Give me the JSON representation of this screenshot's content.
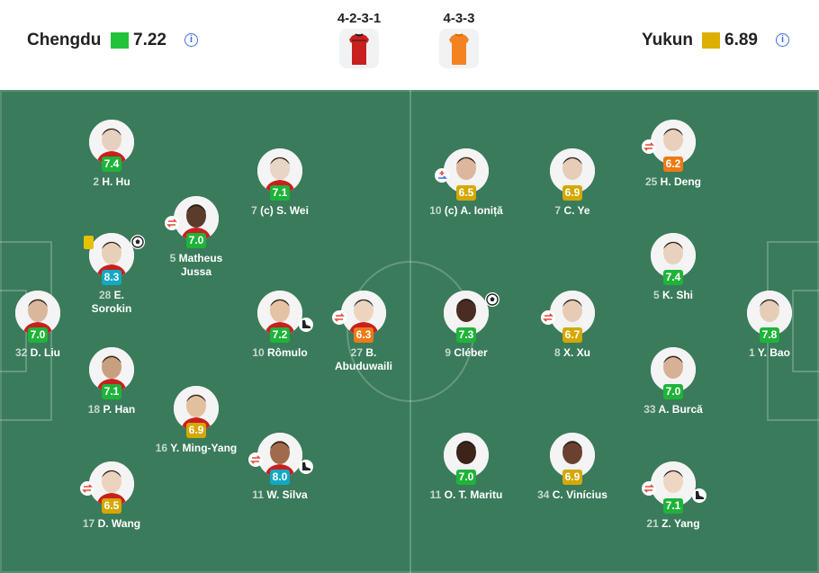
{
  "home": {
    "name": "Chengdu",
    "rating": "7.22",
    "color": "#22c33a",
    "formation": "4-2-3-1",
    "kit_color": "#c8201e"
  },
  "away": {
    "name": "Yukun",
    "rating": "6.89",
    "color": "#ddb000",
    "formation": "4-3-3",
    "kit_color": "#f58220"
  },
  "colors": {
    "green": "#1fb33a",
    "yellow": "#d4a800",
    "teal": "#13a8c4",
    "orange": "#ee7a17",
    "pitch": "#3a7b5b"
  },
  "players": [
    {
      "num": "2",
      "name": "H. Hu",
      "rating": "7.4",
      "rc": "green",
      "bg": "#e6d0c0",
      "team": "home"
    },
    {
      "num": "7",
      "name": "(c) S. Wei",
      "rating": "7.1",
      "rc": "green",
      "bg": "#e8d5c6",
      "team": "home"
    },
    {
      "num": "5",
      "name": "Matheus Jussa",
      "name_line2": "Jussa",
      "rating": "7.0",
      "rc": "green",
      "bg": "#5b3b2a",
      "team": "home",
      "badges": [
        "sub"
      ]
    },
    {
      "num": "28",
      "name": "E.",
      "name_line2": "Sorokin",
      "rating": "8.3",
      "rc": "teal",
      "bg": "#e8cfb8",
      "team": "home",
      "badges": [
        "ball"
      ],
      "card": "yellow"
    },
    {
      "num": "32",
      "name": "D. Liu",
      "rating": "7.0",
      "rc": "green",
      "bg": "#d9b79c",
      "team": "home"
    },
    {
      "num": "10",
      "name": "Rômulo",
      "rating": "7.2",
      "rc": "green",
      "bg": "#e5c2a4",
      "team": "home",
      "badges": [
        "boot"
      ]
    },
    {
      "num": "27",
      "name": "B.",
      "name_line2": "Abuduwaili",
      "rating": "6.3",
      "rc": "orange",
      "bg": "#ecd4bf",
      "team": "home",
      "badges": [
        "sub"
      ]
    },
    {
      "num": "18",
      "name": "P. Han",
      "rating": "7.1",
      "rc": "green",
      "bg": "#c9a07f",
      "team": "home"
    },
    {
      "num": "16",
      "name": "Y. Ming-Yang",
      "rating": "6.9",
      "rc": "yellow",
      "bg": "#e2c09e",
      "team": "home"
    },
    {
      "num": "11",
      "name": "W. Silva",
      "rating": "8.0",
      "rc": "teal",
      "bg": "#a06b4a",
      "team": "home",
      "badges": [
        "sub",
        "boot"
      ]
    },
    {
      "num": "17",
      "name": "D. Wang",
      "rating": "6.5",
      "rc": "yellow",
      "bg": "#ecd3bd",
      "team": "home",
      "badges": [
        "sub"
      ]
    },
    {
      "num": "10",
      "name": "(c) A. Ioniță",
      "rating": "6.5",
      "rc": "yellow",
      "bg": "#dcb79b",
      "team": "away",
      "badges": [
        "subflip"
      ]
    },
    {
      "num": "7",
      "name": "C. Ye",
      "rating": "6.9",
      "rc": "yellow",
      "bg": "#e5cdb7",
      "team": "away"
    },
    {
      "num": "25",
      "name": "H. Deng",
      "rating": "6.2",
      "rc": "orange",
      "bg": "#e9d0bc",
      "team": "away",
      "badges": [
        "sub"
      ]
    },
    {
      "num": "5",
      "name": "K. Shi",
      "rating": "7.4",
      "rc": "green",
      "bg": "#e8d1bd",
      "team": "away"
    },
    {
      "num": "9",
      "name": "Cléber",
      "rating": "7.3",
      "rc": "green",
      "bg": "#4a2d22",
      "team": "away",
      "badges": [
        "ball"
      ]
    },
    {
      "num": "8",
      "name": "X. Xu",
      "rating": "6.7",
      "rc": "yellow",
      "bg": "#e7cbb5",
      "team": "away",
      "badges": [
        "sub"
      ]
    },
    {
      "num": "1",
      "name": "Y. Bao",
      "rating": "7.8",
      "rc": "green",
      "bg": "#e6cdb7",
      "team": "away"
    },
    {
      "num": "33",
      "name": "A. Burcă",
      "rating": "7.0",
      "rc": "green",
      "bg": "#d8b096",
      "team": "away"
    },
    {
      "num": "11",
      "name": "O. T. Maritu",
      "rating": "7.0",
      "rc": "green",
      "bg": "#3d2419",
      "team": "away"
    },
    {
      "num": "34",
      "name": "C. Vinícius",
      "rating": "6.9",
      "rc": "yellow",
      "bg": "#6a4130",
      "team": "away"
    },
    {
      "num": "21",
      "name": "Z. Yang",
      "rating": "7.1",
      "rc": "green",
      "bg": "#edd6c2",
      "team": "away",
      "badges": [
        "sub",
        "boot"
      ]
    }
  ]
}
